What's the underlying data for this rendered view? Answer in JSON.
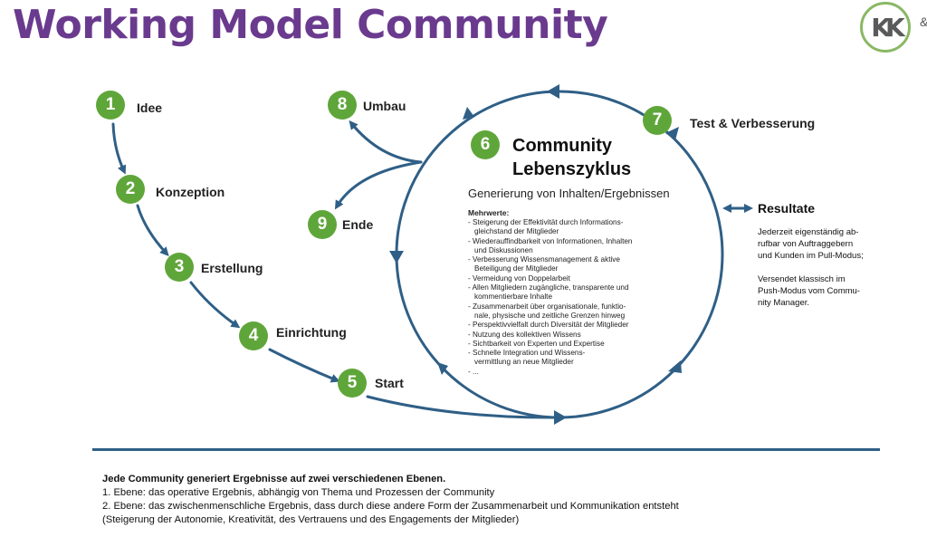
{
  "title": "Working Model Community",
  "logo": {
    "letters": "KK",
    "ampersand": "&"
  },
  "steps": [
    {
      "number": "1",
      "label": "Idee"
    },
    {
      "number": "2",
      "label": "Konzeption"
    },
    {
      "number": "3",
      "label": "Erstellung"
    },
    {
      "number": "4",
      "label": "Einrichtung"
    },
    {
      "number": "5",
      "label": "Start"
    },
    {
      "number": "6",
      "label": "Community\nLebenszyklus"
    },
    {
      "number": "7",
      "label": "Test & Verbesserung"
    },
    {
      "number": "8",
      "label": "Umbau"
    },
    {
      "number": "9",
      "label": "Ende"
    }
  ],
  "cycle": {
    "subtitle": "Generierung von Inhalten/Ergebnissen",
    "benefits_title": "Mehrwerte:",
    "benefits": [
      "Steigerung der Effektivität durch Informations-\ngleichstand der Mitglieder",
      "Wiederauffindbarkeit von Informationen, Inhalten\nund Diskussionen",
      "Verbesserung Wissensmanagement & aktive\nBeteiligung der Mitglieder",
      "Vermeidung von Doppelarbeit",
      "Allen Mitgliedern zugängliche, transparente und\nkommentierbare Inhalte",
      "Zusammenarbeit über organisationale, funktio-\nnale, physische und zeitliche Grenzen hinweg",
      "Perspektivvielfalt durch Diversität der Mitglieder",
      "Nutzung des kollektiven Wissens",
      "Sichtbarkeit von Experten und Expertise",
      "Schnelle Integration und Wissens-\nvermittlung an neue Mitglieder",
      "..."
    ]
  },
  "results": {
    "title": "Resultate",
    "text": "Jederzeit eigenständig ab-\nrufbar von Auftraggebern\nund Kunden im Pull-Modus;\n\nVersendet klassisch im\nPush-Modus vom Commu-\nnity Manager."
  },
  "footer": {
    "headline": "Jede Community generiert Ergebnisse auf zwei verschiedenen Ebenen.",
    "line1": "1. Ebene:  das operative Ergebnis, abhängig von Thema und Prozessen der Community",
    "line2": "2. Ebene:  das zwischenmenschliche Ergebnis, dass durch diese andere Form der Zusammenarbeit und Kommunikation entsteht",
    "line3": "(Steigerung der Autonomie, Kreativität, des Vertrauens und des Engagements der Mitglieder)"
  },
  "colors": {
    "title": "#6a3a8e",
    "badge": "#5fa63a",
    "lines": "#2f5f86"
  }
}
